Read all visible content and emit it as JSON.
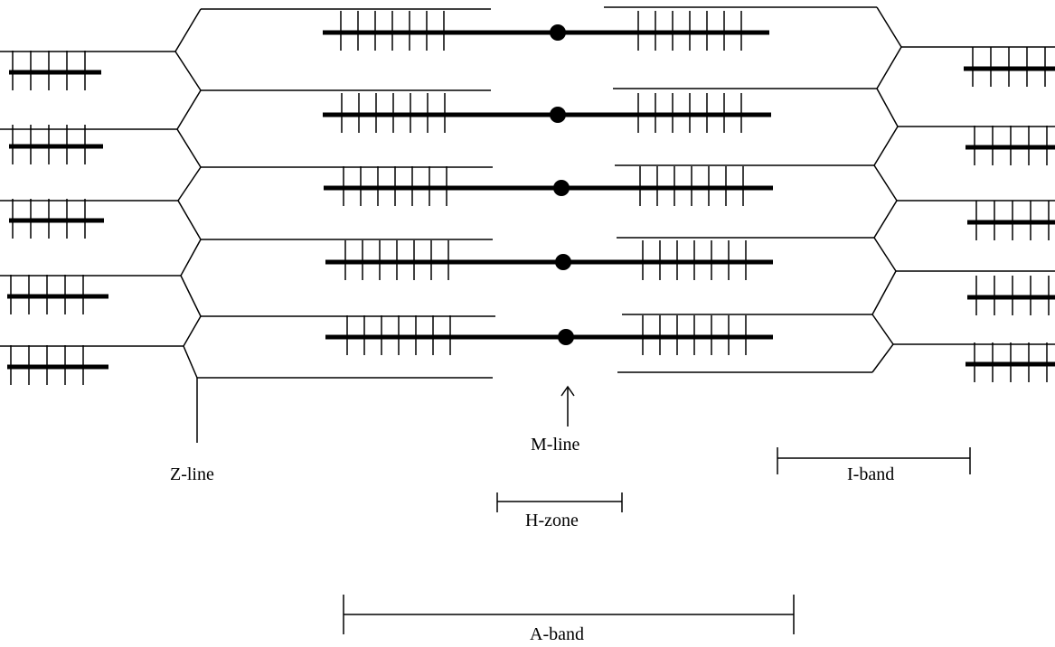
{
  "labels": {
    "z_line": "Z-line",
    "m_line": "M-line",
    "h_zone": "H-zone",
    "i_band": "I-band",
    "a_band": "A-band"
  },
  "colors": {
    "line": "#000000",
    "background": "#ffffff"
  }
}
